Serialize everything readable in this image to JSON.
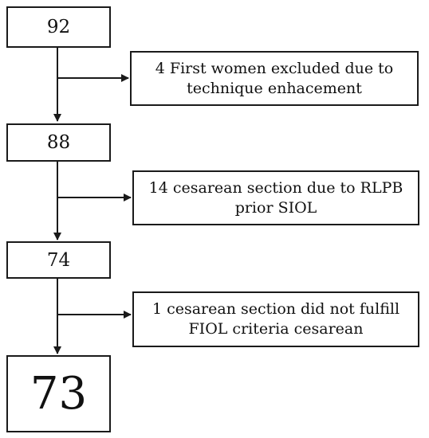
{
  "flowchart": {
    "counts": [
      {
        "id": "n1",
        "text": "92"
      },
      {
        "id": "n2",
        "text": "88"
      },
      {
        "id": "n3",
        "text": "74"
      },
      {
        "id": "n4",
        "text": "73"
      }
    ],
    "exclusions": [
      {
        "id": "e1",
        "line1": "4  First women excluded due to",
        "line2": "technique enhacement"
      },
      {
        "id": "e2",
        "line1": "14 cesarean section due to RLPB",
        "line2": "prior SIOL"
      },
      {
        "id": "e3",
        "line1": "1 cesarean section did not fulfill",
        "line2": "FIOL criteria cesarean"
      }
    ],
    "colors": {
      "stroke": "#1a1a1a",
      "background": "#ffffff",
      "text": "#111111"
    }
  }
}
